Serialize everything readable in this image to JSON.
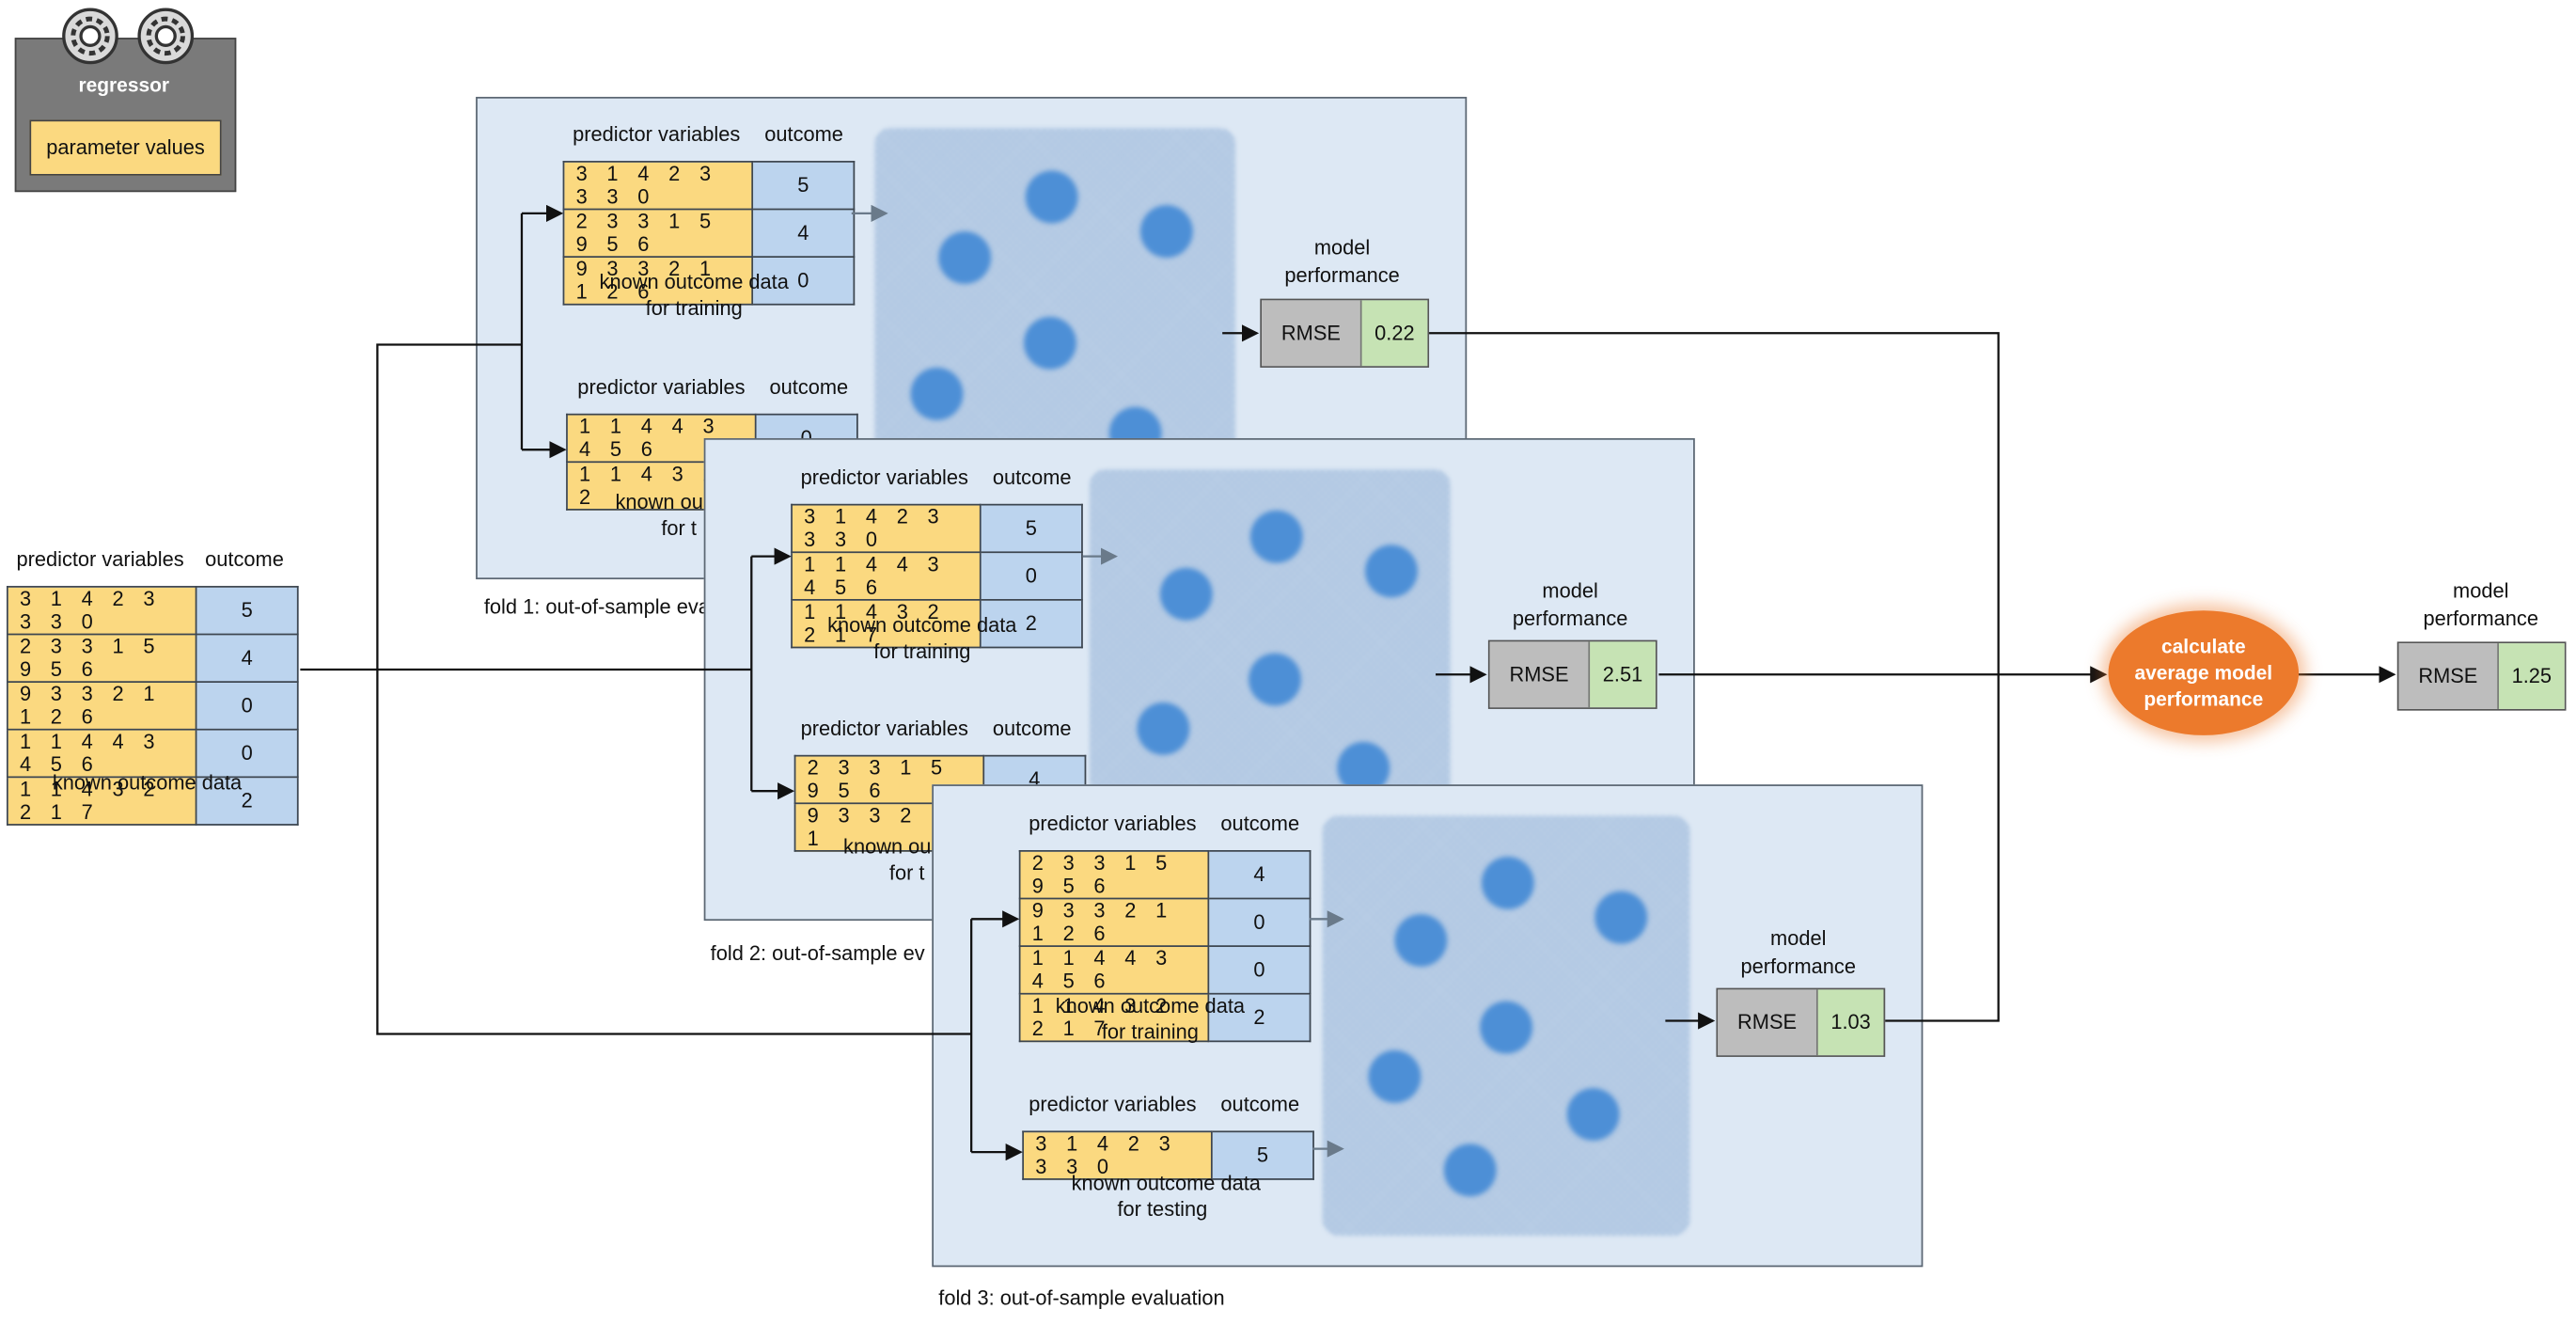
{
  "regressor": {
    "title": "regressor",
    "param_label": "parameter values",
    "icons": [
      "gear-icon",
      "gear-icon"
    ]
  },
  "input": {
    "header_pred": "predictor variables",
    "header_out": "outcome",
    "caption": "known outcome data",
    "rows": [
      {
        "pred": "3 1 4 2 3 3 3 0",
        "out": "5"
      },
      {
        "pred": "2 3 3 1 5 9 5 6",
        "out": "4"
      },
      {
        "pred": "9 3 3 2 1 1 2 6",
        "out": "0"
      },
      {
        "pred": "1 1 4 4 3 4 5 6",
        "out": "0"
      },
      {
        "pred": "1 1 4 3 2 2 1 7",
        "out": "2"
      }
    ]
  },
  "folds": [
    {
      "label": "fold 1: out-of-sample evaluation",
      "train": {
        "header_pred": "predictor variables",
        "header_out": "outcome",
        "caption1": "known outcome data",
        "caption2": "for training",
        "rows": [
          {
            "pred": "3 1 4 2 3 3 3 0",
            "out": "5"
          },
          {
            "pred": "2 3 3 1 5 9 5 6",
            "out": "4"
          },
          {
            "pred": "9 3 3 2 1 1 2 6",
            "out": "0"
          }
        ]
      },
      "test": {
        "header_pred": "predictor variables",
        "header_out": "outcome",
        "caption1": "known ou",
        "caption2": "for t",
        "rows": [
          {
            "pred": "1 1 4 4 3 4 5 6",
            "out": "0"
          },
          {
            "pred": "1 1 4 3 2 2",
            "out": ""
          }
        ]
      },
      "perf_label1": "model",
      "perf_label2": "performance",
      "metric": "RMSE",
      "value": "0.22"
    },
    {
      "label": "fold 2: out-of-sample ev",
      "train": {
        "header_pred": "predictor variables",
        "header_out": "outcome",
        "caption1": "known outcome data",
        "caption2": "for training",
        "rows": [
          {
            "pred": "3 1 4 2 3 3 3 0",
            "out": "5"
          },
          {
            "pred": "1 1 4 4 3 4 5 6",
            "out": "0"
          },
          {
            "pred": "1 1 4 3 2 2 1 7",
            "out": "2"
          }
        ]
      },
      "test": {
        "header_pred": "predictor variables",
        "header_out": "outcome",
        "caption1": "known ou",
        "caption2": "for t",
        "rows": [
          {
            "pred": "2 3 3 1 5 9 5 6",
            "out": "4"
          },
          {
            "pred": "9 3 3 2 1 1",
            "out": ""
          }
        ]
      },
      "perf_label1": "model",
      "perf_label2": "performance",
      "metric": "RMSE",
      "value": "2.51"
    },
    {
      "label": "fold 3: out-of-sample evaluation",
      "train": {
        "header_pred": "predictor variables",
        "header_out": "outcome",
        "caption1": "known outcome data",
        "caption2": "for training",
        "rows": [
          {
            "pred": "2 3 3 1 5 9 5 6",
            "out": "4"
          },
          {
            "pred": "9 3 3 2 1 1 2 6",
            "out": "0"
          },
          {
            "pred": "1 1 4 4 3 4 5 6",
            "out": "0"
          },
          {
            "pred": "1 1 4 3 2 2 1 7",
            "out": "2"
          }
        ]
      },
      "test": {
        "header_pred": "predictor variables",
        "header_out": "outcome",
        "caption1": "known outcome data",
        "caption2": "for testing",
        "rows": [
          {
            "pred": "3 1 4 2 3 3 3 0",
            "out": "5"
          }
        ]
      },
      "perf_label1": "model",
      "perf_label2": "performance",
      "metric": "RMSE",
      "value": "1.03"
    }
  ],
  "average": {
    "line1": "calculate",
    "line2": "average model",
    "line3": "performance",
    "perf_label1": "model",
    "perf_label2": "performance",
    "metric": "RMSE",
    "value": "1.25"
  },
  "colors": {
    "predictor": "#fbd980",
    "outcome": "#bcd4ee",
    "fold_bg": "#dde8f4",
    "rmse_key": "#bdbdbd",
    "rmse_val": "#c6e3b4",
    "average": "#ec7a2c"
  }
}
